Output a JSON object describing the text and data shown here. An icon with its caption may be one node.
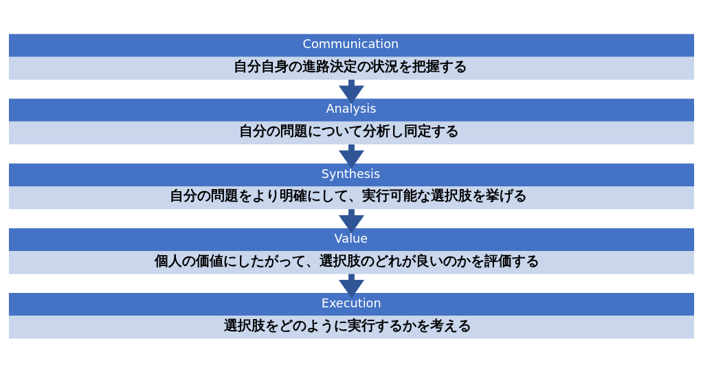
{
  "diagram": {
    "nodes": [
      {
        "text": [
          "Communication",
          "自分自身の進路決定の状況を把握する"
        ]
      },
      {
        "text": [
          "Analysis",
          "自分の問題について分析し同定する"
        ]
      },
      {
        "text": [
          "Synthesis",
          "自分の問題をより明確にして、実行可能な選択肢を挙げる"
        ]
      },
      {
        "text": [
          "Value",
          "個人の価値にしたがって、選択肢のどれが良いのかを評価する"
        ]
      },
      {
        "text": [
          "Execution",
          "選択肢をどのように実行するかを考える"
        ]
      }
    ],
    "edges": [
      {
        "from": 0,
        "to": 1,
        "arrow": "to"
      },
      {
        "from": 1,
        "to": 2,
        "arrow": "to"
      },
      {
        "from": 2,
        "to": 3,
        "arrow": "to"
      },
      {
        "from": 3,
        "to": 4,
        "arrow": "to"
      }
    ]
  }
}
